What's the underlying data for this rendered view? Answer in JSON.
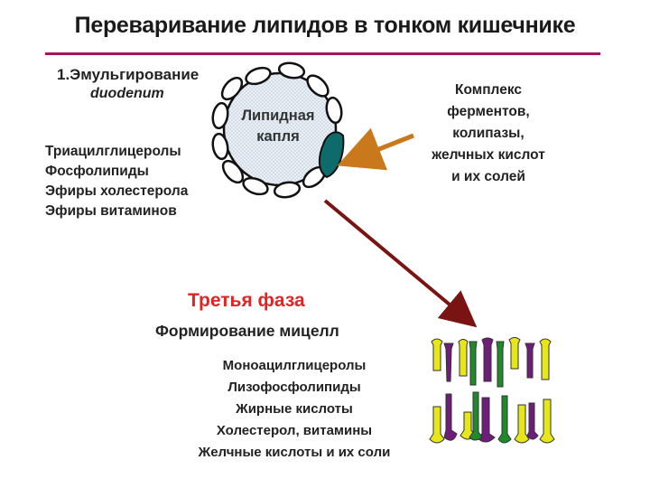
{
  "title": "Переваривание липидов в тонком кишечнике",
  "step1": {
    "heading": "1.Эмульгирование",
    "place": "duodenum"
  },
  "lipids": [
    "Триацилглицеролы",
    "Фосфолипиды",
    "Эфиры холестерола",
    "Эфиры витаминов"
  ],
  "droplet": {
    "line1": "Липидная",
    "line2": "капля"
  },
  "enzyme_complex": [
    "Комплекс",
    "ферментов,",
    "колипазы,",
    "желчных кислот",
    "и их солей"
  ],
  "phase3": {
    "label": "Третья фаза",
    "subtitle": "Формирование мицелл"
  },
  "micelle_components": [
    "Моноацилглицеролы",
    "Лизофосфолипиды",
    "Жирные кислоты",
    "Холестерол, витамины",
    "Желчные кислоты и их соли"
  ],
  "colors": {
    "title_rule": "#a3175f",
    "phase_label": "#e52222",
    "droplet_fill": "#dfe9f2",
    "colipase": "#0e6b6b",
    "arrow_orange": "#c9791c",
    "arrow_dark_red": "#7a1412",
    "micelle_yellow": "#e6e619",
    "micelle_purple": "#6e1e78",
    "micelle_green": "#1f8a2a"
  }
}
